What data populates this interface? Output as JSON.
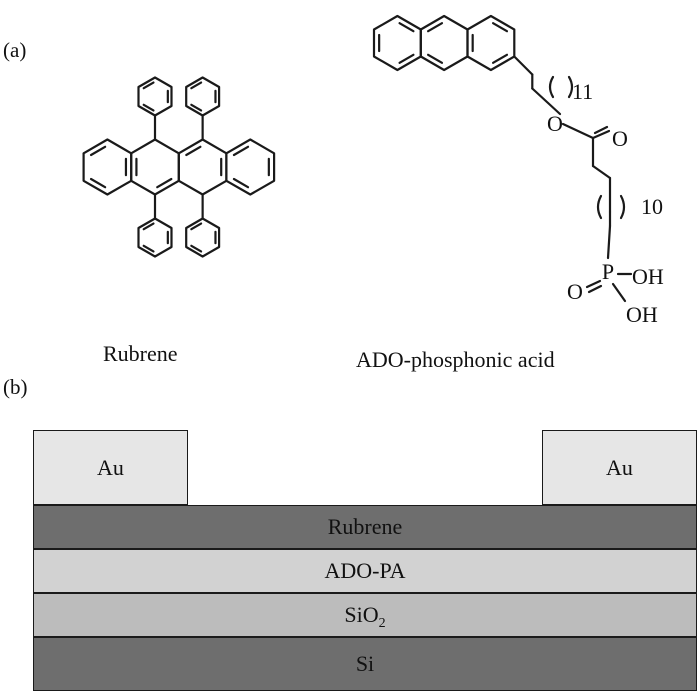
{
  "panels": {
    "a": "(a)",
    "b": "(b)"
  },
  "molecules": {
    "rubrene": {
      "name": "Rubrene"
    },
    "ado_pa": {
      "name": "ADO-phosphonic acid",
      "chain_repeat_1": "11",
      "chain_repeat_2": "10",
      "atoms": {
        "ester_o": "O",
        "carbonyl_o": "O",
        "phosphorus": "P",
        "p_o": "O",
        "oh_top": "OH",
        "oh_bottom": "OH"
      }
    }
  },
  "device": {
    "contact_left": "Au",
    "contact_right": "Au",
    "layers": {
      "rubrene": "Rubrene",
      "ado_pa": "ADO-PA",
      "sio2_main": "SiO",
      "sio2_sub": "2",
      "si": "Si"
    }
  },
  "colors": {
    "au": "#e6e6e6",
    "rubrene": "#6e6e6e",
    "ado_pa": "#d2d2d2",
    "sio2": "#bcbcbc",
    "si": "#6e6e6e"
  }
}
